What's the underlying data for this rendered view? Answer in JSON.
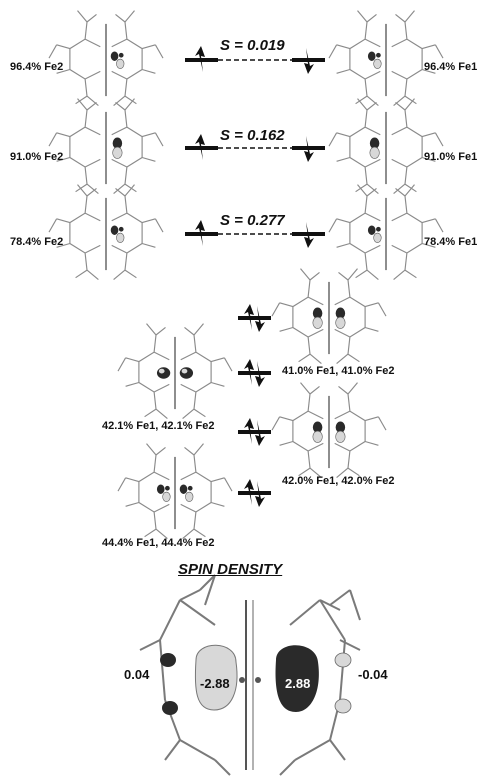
{
  "singly_occupied": [
    {
      "left_label": "96.4% Fe2",
      "right_label": "96.4% Fe1",
      "overlap": "S = 0.019"
    },
    {
      "left_label": "91.0% Fe2",
      "right_label": "91.0% Fe1",
      "overlap": "S = 0.162"
    },
    {
      "left_label": "78.4% Fe2",
      "right_label": "78.4% Fe1",
      "overlap": "S = 0.277"
    }
  ],
  "doubly_occupied": [
    {
      "label": "41.0% Fe1, 41.0% Fe2"
    },
    {
      "label": "42.1% Fe1, 42.1% Fe2"
    },
    {
      "label": "42.0% Fe1, 42.0% Fe2"
    },
    {
      "label": "44.4% Fe1, 44.4% Fe2"
    }
  ],
  "spin_density": {
    "title": "SPIN DENSITY",
    "left_ligand_value": "0.04",
    "left_fe_value": "-2.88",
    "right_fe_value": "2.88",
    "right_ligand_value": "-0.04"
  },
  "colors": {
    "line": "#111111",
    "ligand": "#8a8a8a",
    "lobe_dark": "#2a2a2a",
    "lobe_light": "#d8d8d8"
  }
}
